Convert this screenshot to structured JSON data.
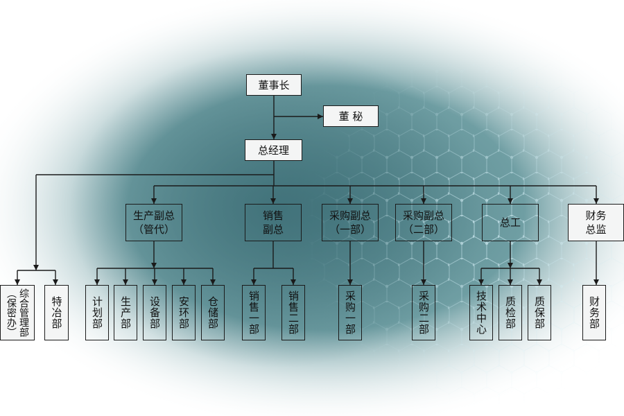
{
  "chart": {
    "nodes": {
      "chairman": "董事长",
      "secretary": "董 秘",
      "gm": "总经理",
      "vp_production": "生产副总\n（管代）",
      "vp_sales": "销售\n副总",
      "vp_purchase1": "采购副总\n（一部）",
      "vp_purchase2": "采购副总\n（二部）",
      "chief_engineer": "总工",
      "cfo": "财务\n总监",
      "general_mgmt_dept": "综合管理部\n（保密办）",
      "metallurgy_dept": "特冶部",
      "planning_dept": "计划部",
      "production_dept": "生产部",
      "equipment_dept": "设备部",
      "safety_env_dept": "安环部",
      "storage_dept": "仓储部",
      "sales_dept_1": "销售一部",
      "sales_dept_2": "销售二部",
      "purchase_dept_1": "采购一部",
      "purchase_dept_2": "采购二部",
      "tech_center": "技术中心",
      "qc_dept": "质检部",
      "qa_dept": "质保部",
      "finance_dept": "财务部"
    }
  },
  "colors": {
    "background_teal": "#5f8e92",
    "hex_pattern": "#b9dde6",
    "box_light": "#f4f5f5",
    "line": "#1a1a1a"
  }
}
